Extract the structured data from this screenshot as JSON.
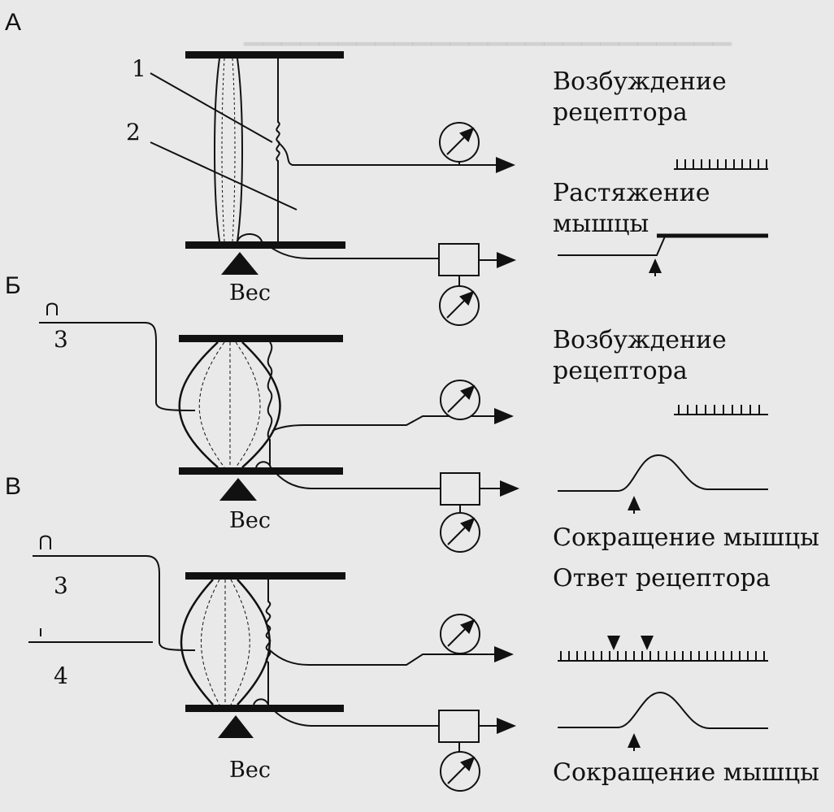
{
  "panels": {
    "a": {
      "letter": "А",
      "marker_1": "1",
      "marker_2": "2",
      "trace1_title": [
        "Возбуждение",
        "рецептора"
      ],
      "trace2_title": [
        "Растяжение",
        "мышцы"
      ],
      "weight": "Вес"
    },
    "b": {
      "letter": "Б",
      "electrode": "3",
      "trace1_title": [
        "Возбуждение",
        "рецептора"
      ],
      "trace2_title": "Сокращение мышцы",
      "weight": "Вес"
    },
    "c": {
      "letter": "В",
      "electrode_3": "3",
      "electrode_4": "4",
      "trace1_title": "Ответ рецептора",
      "trace2_title": "Сокращение мышцы",
      "weight": "Вес"
    }
  },
  "colors": {
    "paper": "#e9e9e9",
    "ink": "#111111"
  }
}
